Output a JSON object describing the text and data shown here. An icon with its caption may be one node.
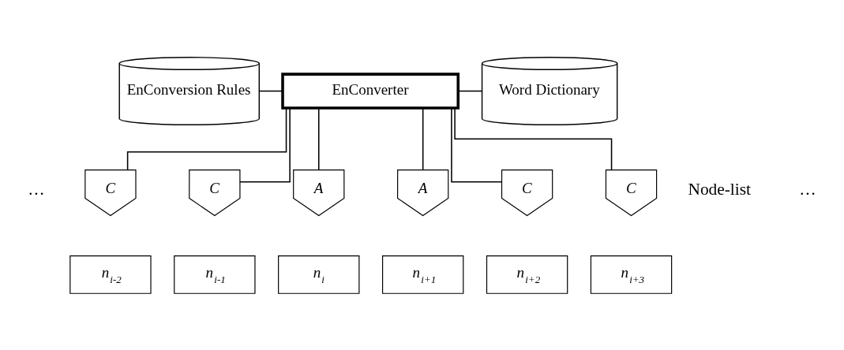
{
  "diagram": {
    "nodes": [
      {
        "text": [
          "EnConversion Rules"
        ]
      },
      {
        "text": [
          "EnConverter"
        ]
      },
      {
        "text": [
          "Word Dictionary"
        ]
      },
      {
        "text": [
          "C"
        ]
      },
      {
        "text": [
          "C"
        ]
      },
      {
        "text": [
          "A"
        ]
      },
      {
        "text": [
          "A"
        ]
      },
      {
        "text": [
          "C"
        ]
      },
      {
        "text": [
          "C"
        ]
      },
      {
        "text": [
          "n$_{i-2}$"
        ]
      },
      {
        "text": [
          "n$_{i-1}$"
        ]
      },
      {
        "text": [
          "n$_{i}$"
        ]
      },
      {
        "text": [
          "n$_{i+1}$"
        ]
      },
      {
        "text": [
          "n$_{i+2}$"
        ]
      },
      {
        "text": [
          "n$_{i+3}$"
        ]
      }
    ],
    "edges": [
      {
        "from": 0,
        "to": 1,
        "arrow": "none"
      },
      {
        "from": 1,
        "to": 2,
        "arrow": "none"
      },
      {
        "from": 1,
        "to": 3,
        "arrow": "none"
      },
      {
        "from": 1,
        "to": 4,
        "arrow": "none"
      },
      {
        "from": 1,
        "to": 5,
        "arrow": "none"
      },
      {
        "from": 1,
        "to": 6,
        "arrow": "none"
      },
      {
        "from": 1,
        "to": 7,
        "arrow": "none"
      },
      {
        "from": 1,
        "to": 8,
        "arrow": "none"
      }
    ],
    "labels": [
      "…",
      "…",
      "Node-list"
    ]
  }
}
